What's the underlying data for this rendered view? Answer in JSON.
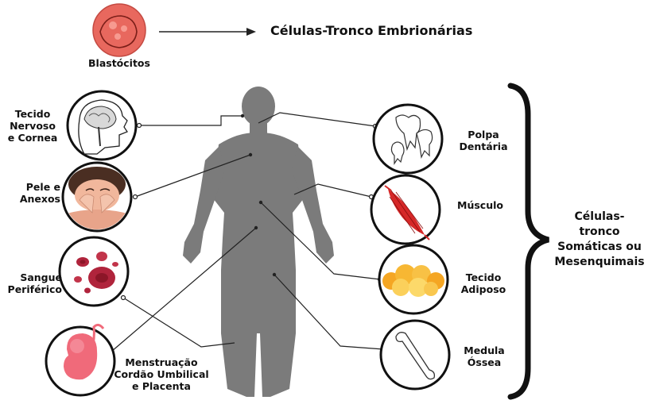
{
  "embryonic": {
    "source_label": "Blastócitos",
    "target_label": "Células-Tronco Embrionárias"
  },
  "group_label": "Células-\ntronco\nSomáticas ou\nMesenquimais",
  "left_sources": [
    {
      "id": "nervous",
      "label": "Tecido\nNervoso\ne Cornea",
      "icon": "brain-head-icon"
    },
    {
      "id": "skin",
      "label": "Pele e\nAnexos",
      "icon": "face-skin-icon"
    },
    {
      "id": "blood",
      "label": "Sangue\nPeriférico",
      "icon": "blood-cells-icon"
    },
    {
      "id": "cord",
      "label": "Menstruação\nCordão Umbilical\ne Placenta",
      "icon": "fetus-icon"
    }
  ],
  "right_sources": [
    {
      "id": "pulp",
      "label": "Polpa\nDentária",
      "icon": "teeth-icon"
    },
    {
      "id": "muscle",
      "label": "Músculo",
      "icon": "muscle-icon"
    },
    {
      "id": "adipose",
      "label": "Tecido\nAdiposo",
      "icon": "fat-tissue-icon"
    },
    {
      "id": "marrow",
      "label": "Medula\nÓssea",
      "icon": "bone-icon"
    }
  ],
  "colors": {
    "body": "#7b7b7b",
    "blastocyst": "#e8685e",
    "blood": "#b0243c",
    "fetus": "#f06a7a",
    "fat": "#f7b733",
    "muscle": "#d62828",
    "skin": "#f1b79c",
    "line": "#222222"
  }
}
